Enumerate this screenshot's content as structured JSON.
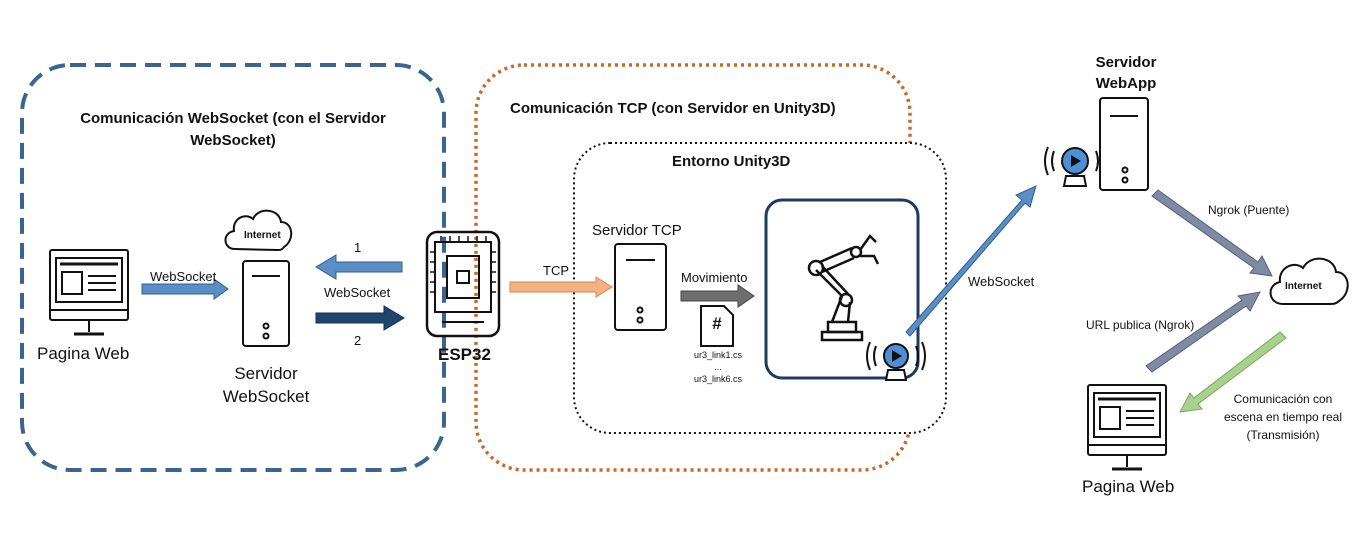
{
  "groups": {
    "websocket_group_title": "Comunicación WebSocket (con el Servidor WebSocket)",
    "tcp_group_title": "Comunicación TCP (con Servidor en Unity3D)",
    "unity_env_title": "Entorno Unity3D"
  },
  "nodes": {
    "web_page_left": "Pagina Web",
    "websocket_server": "Servidor WebSocket",
    "internet_left": "Internet",
    "esp32": "ESP32",
    "tcp_server": "Servidor TCP",
    "scripts": [
      "ur3_link1.cs",
      "...",
      "ur3_link6.cs"
    ],
    "script_symbol": "#",
    "webapp_server": "Servidor WebApp",
    "internet_right": "Internet",
    "web_page_right": "Pagina Web"
  },
  "edges": {
    "websocket_to_server": "WebSocket",
    "esp_to_server_number": "1",
    "server_to_esp_number": "2",
    "server_esp_label": "WebSocket",
    "tcp": "TCP",
    "movimiento": "Movimiento",
    "websocket_to_webapp": "WebSocket",
    "ngrok_bridge": "Ngrok (Puente)",
    "public_url": "URL publica (Ngrok)",
    "stream": "Comunicación con escena en tiempo real (Transmisión)"
  },
  "colors": {
    "websocket_group_border": "#3a6591",
    "tcp_group_border": "#c6692a",
    "unity_border": "#111111",
    "robot_box_border": "#1f3b5c",
    "arrow_light_blue": "#5a8ec5",
    "arrow_dark_blue": "#1f456f",
    "arrow_orange": "#f4b183",
    "arrow_gray": "#6e6e6e",
    "arrow_steel": "#7f8aa3",
    "arrow_green": "#a9d18e"
  }
}
